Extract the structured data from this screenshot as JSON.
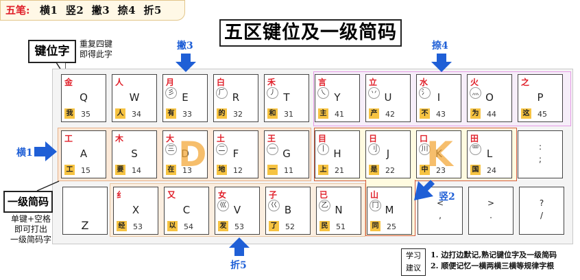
{
  "banner": {
    "label": "五笔:",
    "strokes": "横1  竖2  撇3  捺4  折5"
  },
  "title": "五区键位及一级简码",
  "callout": {
    "label": "键位字",
    "note": [
      "重复四键",
      "即得此字"
    ]
  },
  "arrows": {
    "pie": "撇3",
    "na": "捺4",
    "heng": "横1",
    "shu": "竖2",
    "zhe": "折5"
  },
  "zones": {
    "heng": "D",
    "shu": "K"
  },
  "rows": [
    [
      {
        "letter": "Q",
        "root": "金",
        "glyph": "",
        "jcode": "我",
        "num": "35"
      },
      {
        "letter": "W",
        "root": "人",
        "glyph": "",
        "jcode": "人",
        "num": "34"
      },
      {
        "letter": "E",
        "root": "月",
        "glyph": "彡",
        "jcode": "有",
        "num": "33"
      },
      {
        "letter": "R",
        "root": "白",
        "glyph": "⺁",
        "jcode": "的",
        "num": "32"
      },
      {
        "letter": "T",
        "root": "禾",
        "glyph": "丿",
        "jcode": "和",
        "num": "31"
      },
      {
        "letter": "Y",
        "root": "言",
        "glyph": "㇏",
        "jcode": "主",
        "num": "41"
      },
      {
        "letter": "U",
        "root": "立",
        "glyph": "丷",
        "jcode": "产",
        "num": "42"
      },
      {
        "letter": "I",
        "root": "水",
        "glyph": "氵",
        "jcode": "不",
        "num": "43"
      },
      {
        "letter": "O",
        "root": "火",
        "glyph": "灬",
        "jcode": "为",
        "num": "44"
      },
      {
        "letter": "P",
        "root": "之",
        "glyph": "",
        "jcode": "这",
        "num": "45"
      }
    ],
    [
      {
        "letter": "A",
        "root": "工",
        "glyph": "",
        "jcode": "工",
        "num": "15"
      },
      {
        "letter": "S",
        "root": "木",
        "glyph": "",
        "jcode": "要",
        "num": "14"
      },
      {
        "letter": "D",
        "root": "大",
        "glyph": "三",
        "jcode": "在",
        "num": "13"
      },
      {
        "letter": "F",
        "root": "土",
        "glyph": "二",
        "jcode": "地",
        "num": "12"
      },
      {
        "letter": "G",
        "root": "王",
        "glyph": "一",
        "jcode": "一",
        "num": "11"
      },
      {
        "letter": "H",
        "root": "目",
        "glyph": "丨",
        "jcode": "上",
        "num": "21"
      },
      {
        "letter": "J",
        "root": "日",
        "glyph": "刂",
        "jcode": "是",
        "num": "22"
      },
      {
        "letter": "K",
        "root": "口",
        "glyph": "川",
        "jcode": "中",
        "num": "23"
      },
      {
        "letter": "L",
        "root": "田",
        "glyph": "罒",
        "jcode": "国",
        "num": "24"
      }
    ],
    [
      {
        "letter": "X",
        "root": "纟",
        "glyph": "",
        "jcode": "经",
        "num": "53"
      },
      {
        "letter": "C",
        "root": "又",
        "glyph": "",
        "jcode": "以",
        "num": "54"
      },
      {
        "letter": "V",
        "root": "女",
        "glyph": "巛",
        "jcode": "发",
        "num": "53"
      },
      {
        "letter": "B",
        "root": "子",
        "glyph": "巜",
        "jcode": "了",
        "num": "52"
      },
      {
        "letter": "N",
        "root": "已",
        "glyph": "乙",
        "jcode": "民",
        "num": "51"
      },
      {
        "letter": "M",
        "root": "山",
        "glyph": "冂",
        "jcode": "同",
        "num": "25"
      }
    ]
  ],
  "punct": {
    "semicolon": {
      "top": ":",
      "bot": ";"
    },
    "comma": {
      "top": "<",
      "bot": ","
    },
    "period": {
      "top": ">",
      "bot": "."
    },
    "slash": {
      "top": "?",
      "bot": "/"
    },
    "z": "Z"
  },
  "yiji": {
    "label": "一级简码",
    "note": [
      "单键+空格",
      "即可打出",
      "一级简码字"
    ]
  },
  "advice": {
    "box": [
      "学习",
      "建议"
    ],
    "lines": [
      "1. 边打边默记,熟记键位字及一级简码",
      "2. 顺便记忆一横两横三横等规律字根"
    ]
  },
  "colors": {
    "arrow": "#1f5fd6",
    "root": "#e0202a",
    "jcode_bg": "#f6c342",
    "zone_letter": "#f3a93c"
  }
}
